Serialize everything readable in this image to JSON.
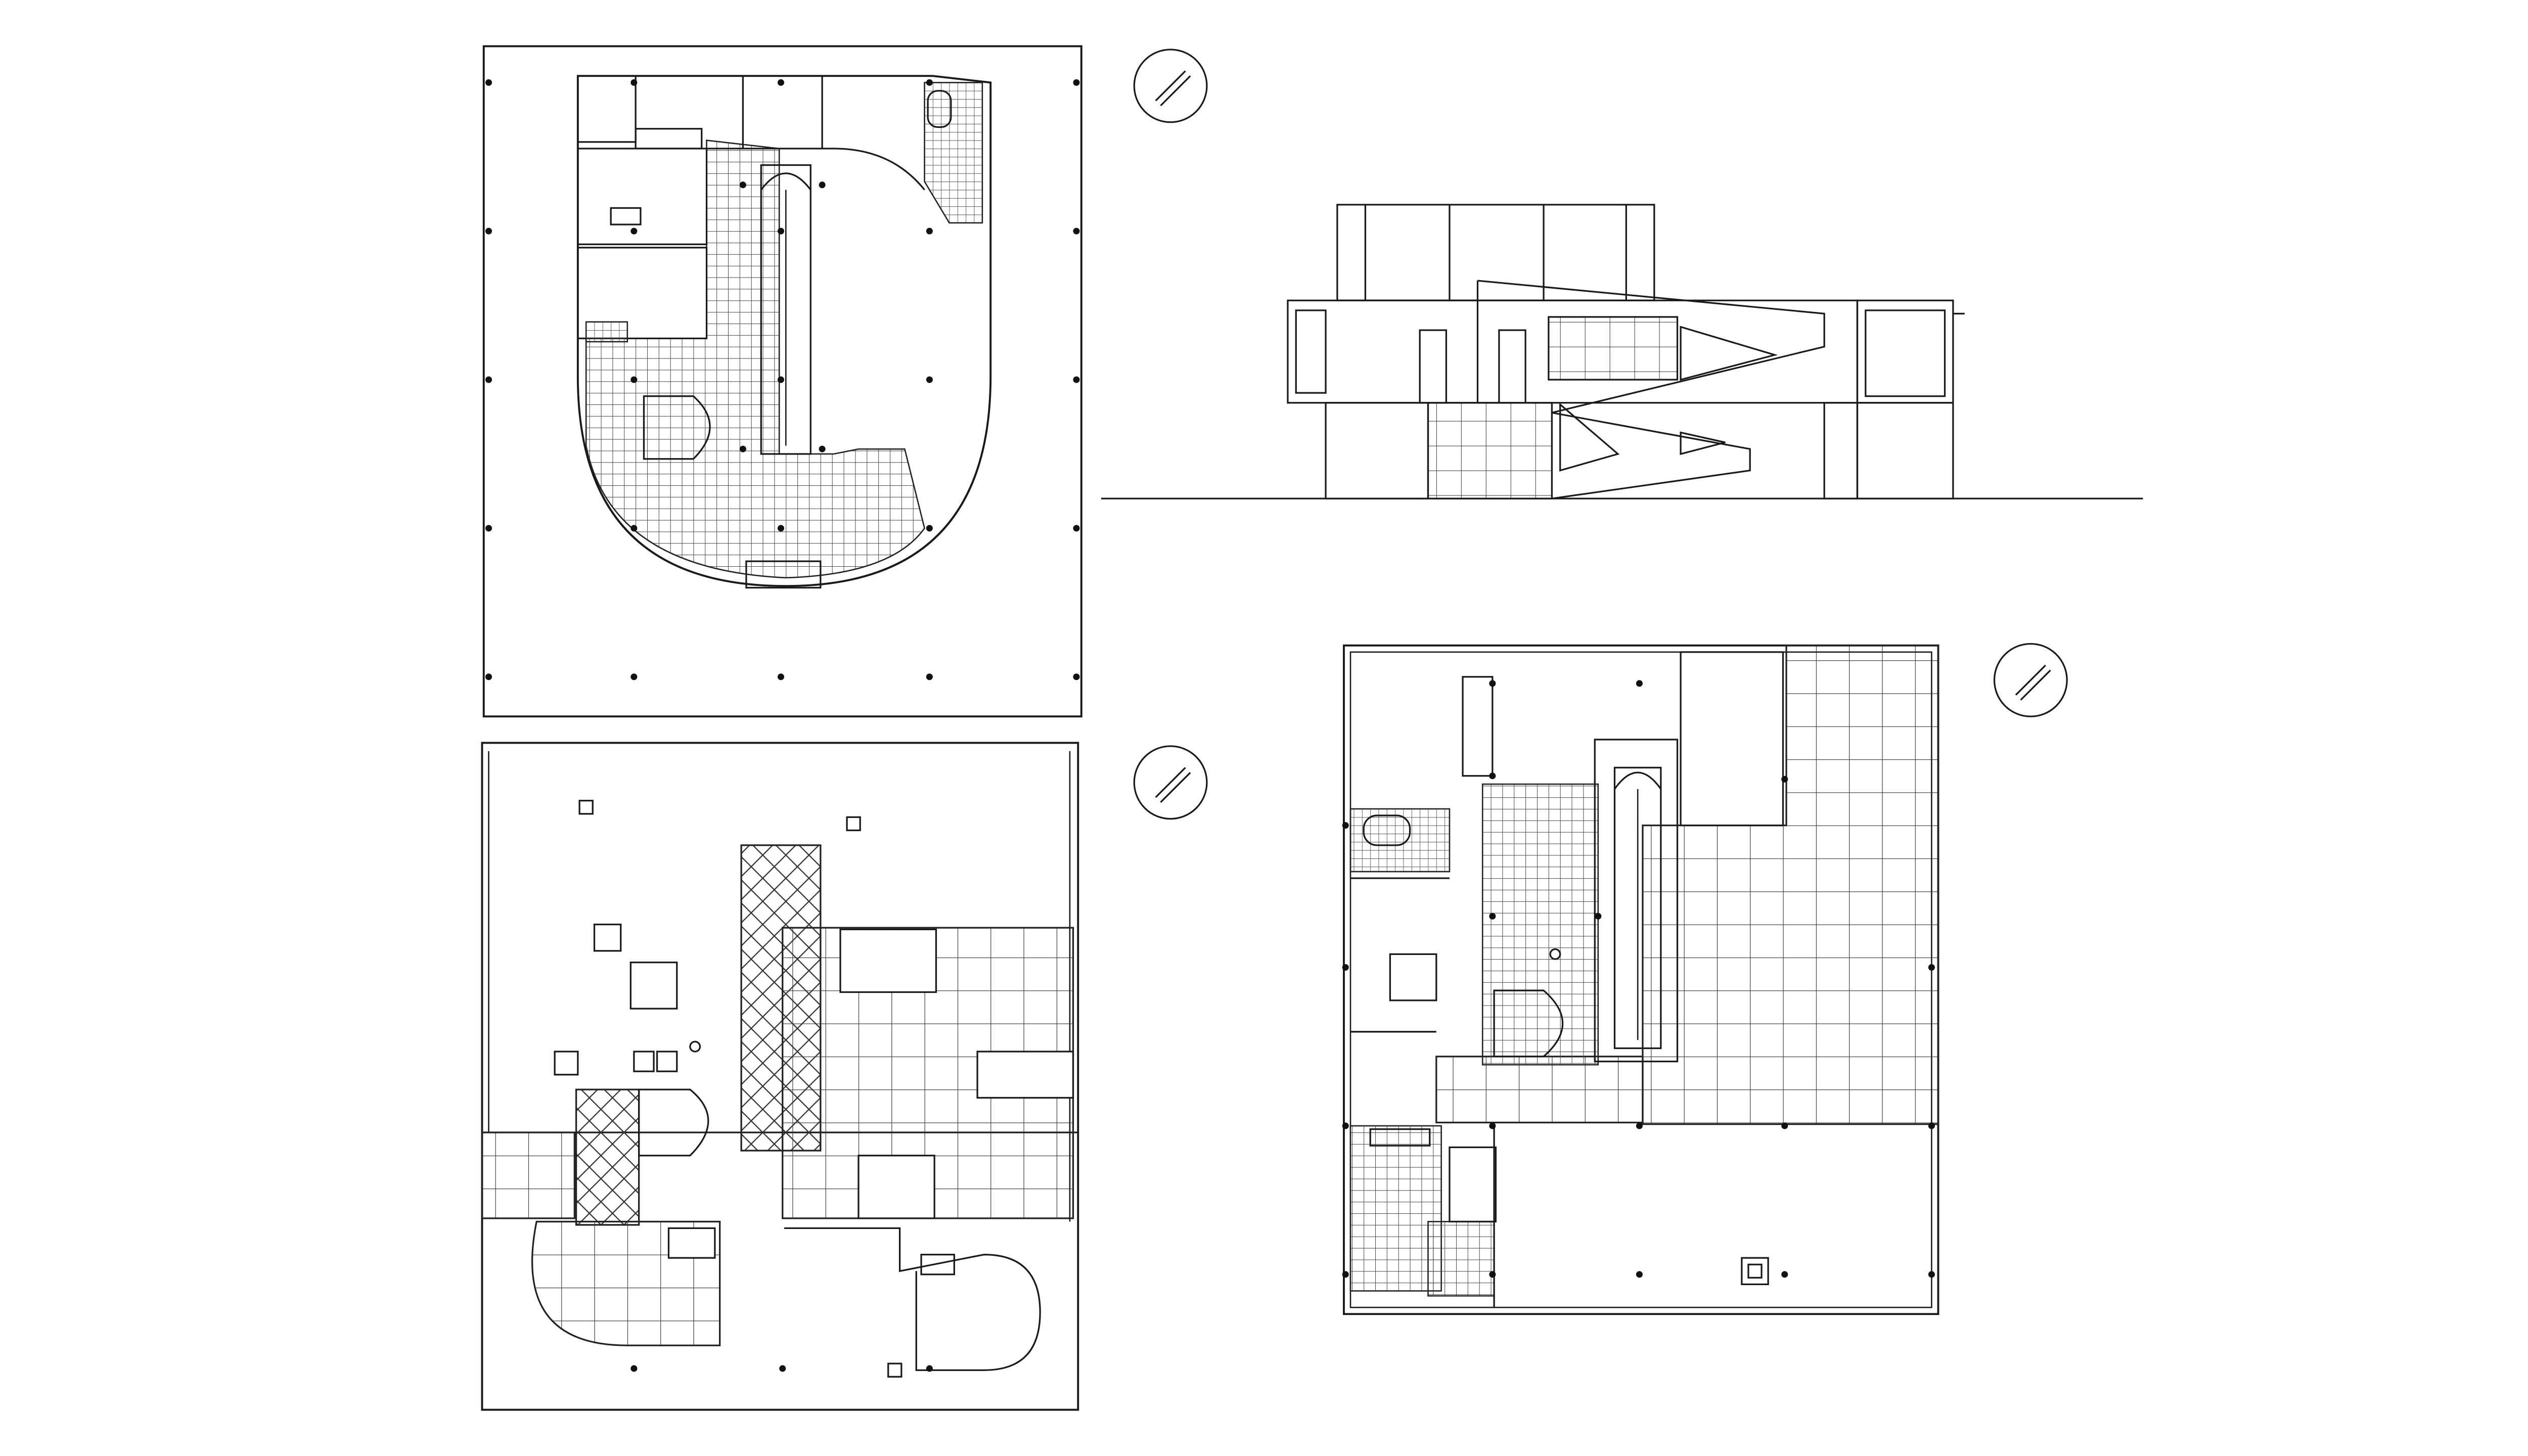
{
  "sheet": {
    "drawings": [
      {
        "key": "ground-floor-plan"
      },
      {
        "key": "side-elevation"
      },
      {
        "key": "roof-plan"
      },
      {
        "key": "first-floor-plan"
      }
    ],
    "north_arrows": 3,
    "colors": {
      "line": "#1a1a1a",
      "background": "#ffffff"
    }
  }
}
